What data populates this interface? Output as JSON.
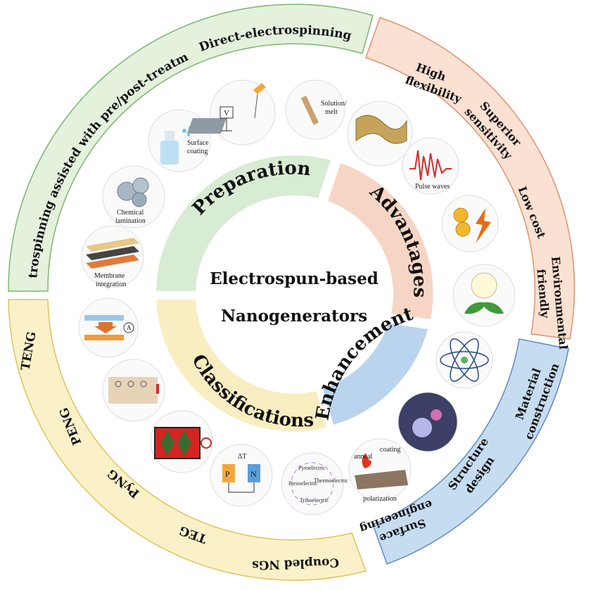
{
  "center": {
    "line1": "Electrospun-based",
    "line2": "Nanogenerators"
  },
  "colors": {
    "preparation": "#d8ebd3",
    "preparation_outer": "#e3f1dd",
    "preparation_stroke": "#7fb571",
    "advantages": "#f6d5c4",
    "advantages_outer": "#fbe1d2",
    "advantages_stroke": "#e0926f",
    "enhancement": "#b9d4ec",
    "enhancement_outer": "#c6dcf0",
    "enhancement_stroke": "#5d8dc2",
    "classifications": "#f9eec2",
    "classifications_outer": "#fbf1c8",
    "classifications_stroke": "#e0c25c"
  },
  "inner_labels": {
    "preparation": "Preparation",
    "advantages": "Advantages",
    "enhancement": "Enhancement",
    "classifications": "Classifications"
  },
  "outer_labels": {
    "direct_electrospinning": "Direct-electrospinning",
    "assisted_electrospinning": "Electrospinning assisted with pre/post-treatment",
    "high": "High",
    "flexibility": "flexibility",
    "superior": "Superior",
    "sensitivity": "sensitivity",
    "low_cost": "Low cost",
    "environmental": "Environmental",
    "friendly": "friendly",
    "material": "Material",
    "construction": "construction",
    "structure": "Structure",
    "design": "design",
    "surface": "Surface",
    "engineering": "engineering",
    "teng": "TENG",
    "peng": "PENG",
    "pyng": "PyNG",
    "teg": "TEG",
    "coupled_ngs": "Coupled NGs"
  },
  "thumb_labels": {
    "surface_coating_1": "Surface",
    "surface_coating_2": "coating",
    "solution_1": "Solution/",
    "solution_2": "melt",
    "pulse_waves": "Pulse waves",
    "chemical_1": "Chemical",
    "chemical_2": "lamination",
    "membrane_1": "Membrane",
    "membrane_2": "integration",
    "voltmeter": "V",
    "ammeter": "A",
    "delta_t": "ΔT",
    "p": "P",
    "n": "N",
    "anneal": "anneal",
    "coating": "coating",
    "polarization": "polarization",
    "pyroelectric": "Pyroelectric",
    "piezoelectric": "Piezoelectric",
    "thermoelectric": "Thermoelectric",
    "triboelectric": "Triboelectric"
  }
}
